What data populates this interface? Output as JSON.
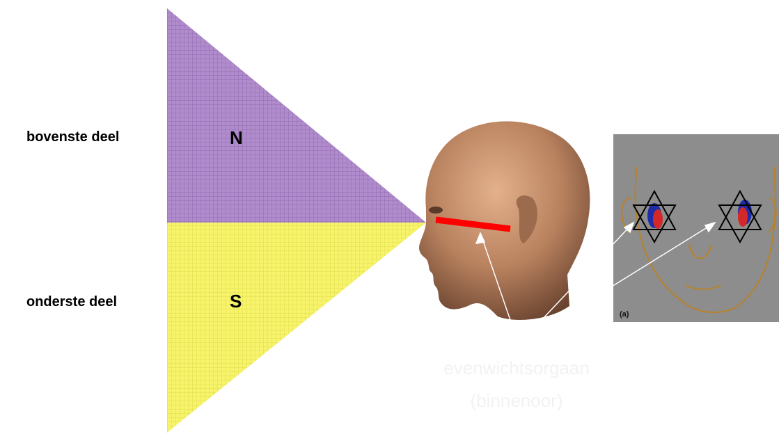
{
  "labels": {
    "upper_part": "bovenste deel",
    "lower_part": "onderste deel",
    "north": "N",
    "south": "S",
    "organ": "evenwichtsorgaan",
    "organ_sub": "(binnenoor)",
    "inset_tag": "(a)"
  },
  "colors": {
    "north_fill": "#b08ccc",
    "south_fill": "#f7f36a",
    "eye_ear_line": "#ff0000",
    "caption": "#f2f2f2",
    "inset_bg": "#8d8d8d"
  }
}
